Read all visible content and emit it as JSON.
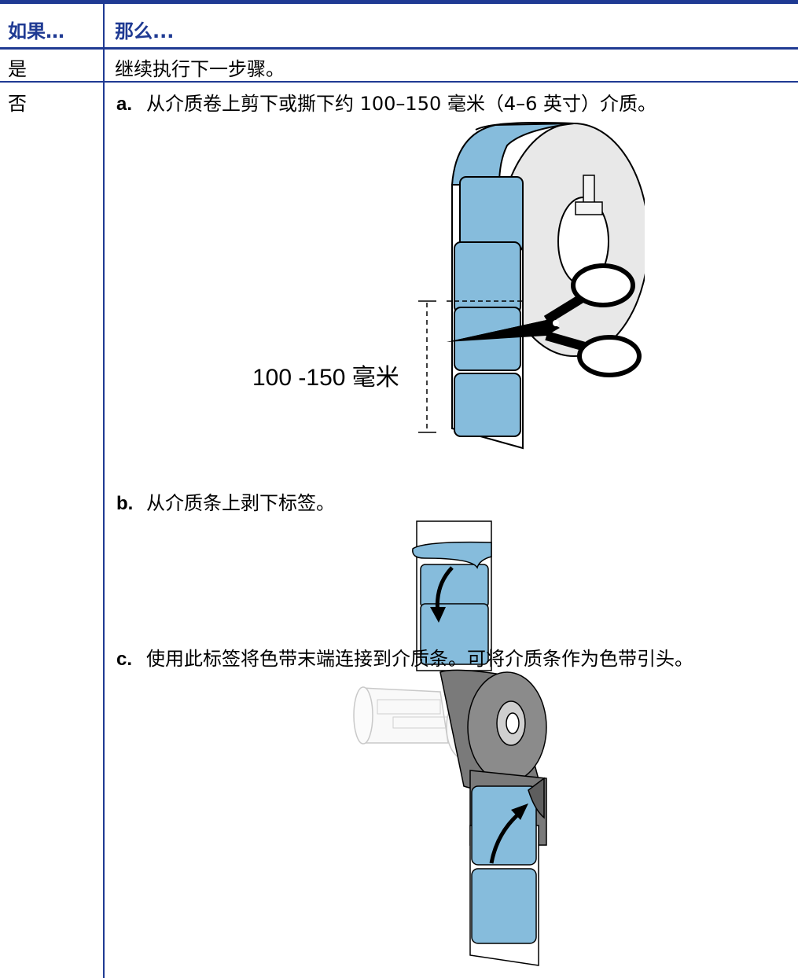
{
  "table": {
    "header": {
      "if": "如果…",
      "then": "那么..."
    },
    "rows": [
      {
        "if": "是",
        "then": "继续执行下一步骤。"
      },
      {
        "if": "否"
      }
    ]
  },
  "steps": [
    {
      "letter": "a.",
      "text": "从介质卷上剪下或撕下约 100–150 毫米（4–6 英寸）介质。"
    },
    {
      "letter": "b.",
      "text": "从介质条上剥下标签。"
    },
    {
      "letter": "c.",
      "text": "使用此标签将色带末端连接到介质条。可将介质条作为色带引头。"
    }
  ],
  "figure_a": {
    "dimension_label": "100 -150 毫米"
  },
  "colors": {
    "accent": "#1f3a93",
    "label_blue": "#86bcdc"
  }
}
